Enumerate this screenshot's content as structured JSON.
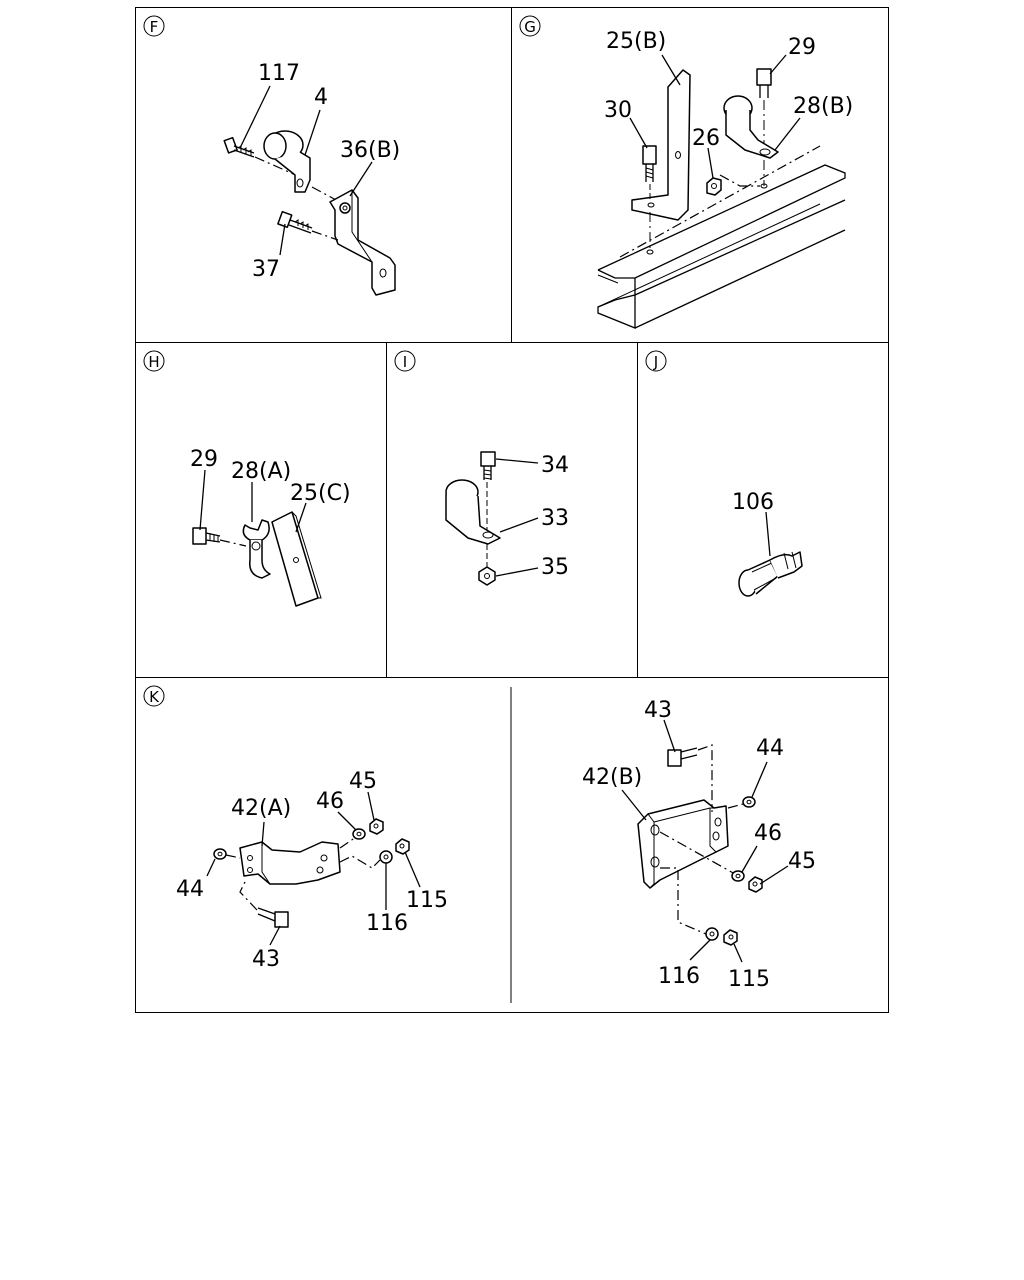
{
  "sections": {
    "F": {
      "marker": "F",
      "labels": {
        "l117": "117",
        "l4": "4",
        "l36b": "36(B)",
        "l37": "37"
      }
    },
    "G": {
      "marker": "G",
      "labels": {
        "l25b": "25(B)",
        "l29": "29",
        "l30": "30",
        "l26": "26",
        "l28b": "28(B)"
      }
    },
    "H": {
      "marker": "H",
      "labels": {
        "l29": "29",
        "l28a": "28(A)",
        "l25c": "25(C)"
      }
    },
    "I": {
      "marker": "I",
      "labels": {
        "l34": "34",
        "l33": "33",
        "l35": "35"
      }
    },
    "J": {
      "marker": "J",
      "labels": {
        "l106": "106"
      }
    },
    "K": {
      "marker": "K",
      "labels": {
        "l45": "45",
        "l46": "46",
        "l42a": "42(A)",
        "l44": "44",
        "l43": "43",
        "l116": "116",
        "l115": "115",
        "r43": "43",
        "r44": "44",
        "r42b": "42(B)",
        "r46": "46",
        "r45": "45",
        "r116": "116",
        "r115": "115"
      }
    }
  }
}
